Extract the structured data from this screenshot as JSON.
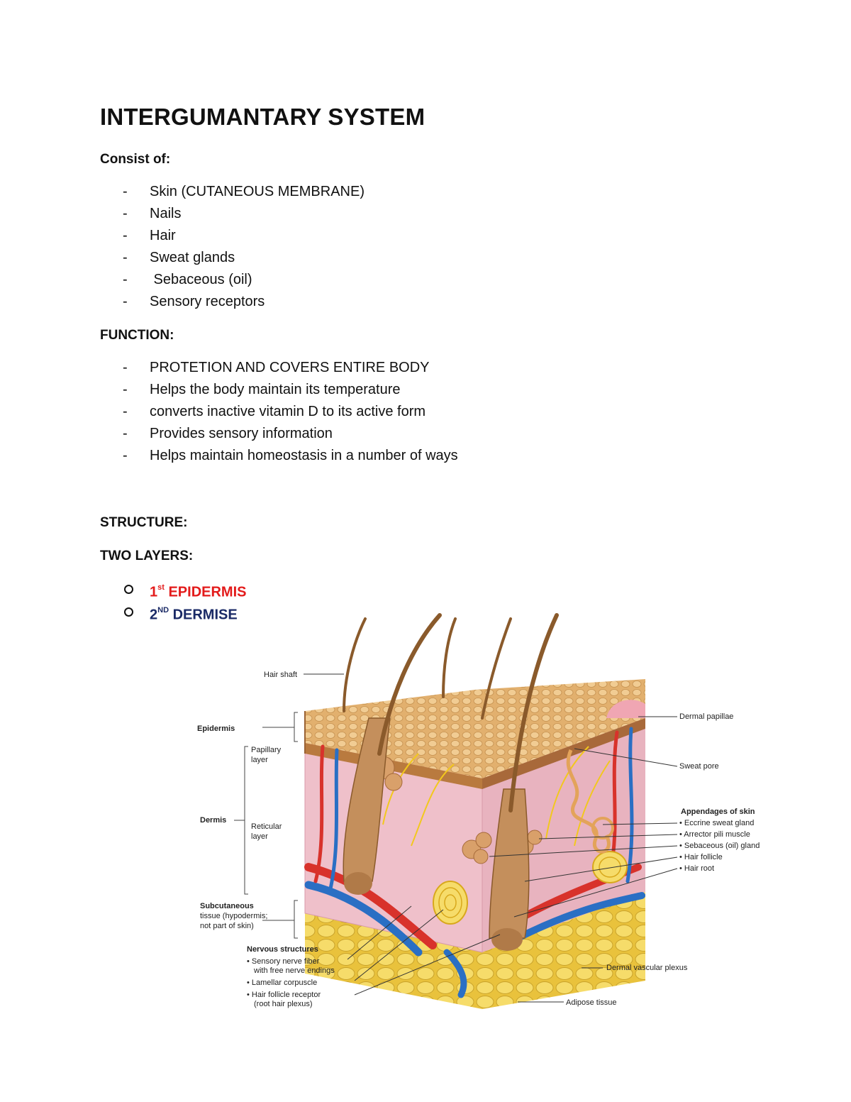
{
  "document": {
    "title": "INTERGUMANTARY SYSTEM",
    "consist_heading": "Consist of:",
    "consist_items": [
      "Skin (CUTANEOUS MEMBRANE)",
      "Nails",
      "Hair",
      "Sweat glands",
      " Sebaceous (oil)",
      "Sensory receptors"
    ],
    "function_heading": "FUNCTION:",
    "function_items": [
      "PROTETION AND COVERS ENTIRE BODY",
      "Helps the body maintain its temperature",
      "converts inactive vitamin D to its active form",
      "Provides sensory information",
      "Helps maintain homeostasis in a number of ways"
    ],
    "structure_heading": "STRUCTURE:",
    "two_layers_heading": "TWO LAYERS:",
    "layers": [
      {
        "num": "1",
        "sup": "st",
        "label": "EPIDERMIS",
        "color": "#e31b1b"
      },
      {
        "num": "2",
        "sup": "ND",
        "label": "DERMISE",
        "color": "#1a2a66"
      }
    ],
    "list_dash": "-"
  },
  "diagram": {
    "labels": {
      "hair_shaft": "Hair shaft",
      "epidermis": "Epidermis",
      "papillary": "Papillary",
      "papillary2": "layer",
      "dermis": "Dermis",
      "reticular": "Reticular",
      "reticular2": "layer",
      "subcut1": "Subcutaneous",
      "subcut2": "tissue (hypodermis;",
      "subcut3": "not part of skin)",
      "nervous_heading": "Nervous structures",
      "sensory1": "• Sensory nerve fiber",
      "sensory2": "with free nerve endings",
      "lamellar": "• Lamellar corpuscle",
      "follicle_receptor1": "• Hair follicle receptor",
      "follicle_receptor2": "(root hair plexus)",
      "dermal_papillae": "Dermal papillae",
      "sweat_pore": "Sweat pore",
      "appendages_heading": "Appendages of skin",
      "eccrine": "• Eccrine sweat gland",
      "arrector": "• Arrector pili muscle",
      "sebaceous": "• Sebaceous (oil) gland",
      "hair_follicle": "• Hair follicle",
      "hair_root": "• Hair root",
      "vascular": "Dermal vascular plexus",
      "adipose": "Adipose tissue"
    },
    "colors": {
      "epidermis": "#d9a564",
      "dermis": "#f2c6cf",
      "adipose": "#f0d24a",
      "artery": "#d8322b",
      "vein": "#2a6fc4",
      "hair": "#8a5a2b"
    }
  }
}
